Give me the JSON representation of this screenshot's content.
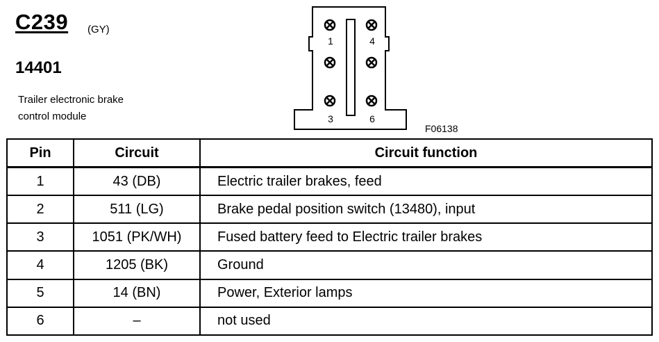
{
  "header": {
    "connector_id": "C239",
    "color_code": "(GY)",
    "part_number": "14401",
    "description_line1": "Trailer electronic brake",
    "description_line2": "control module"
  },
  "diagram": {
    "pin_labels": [
      "1",
      "4",
      "3",
      "6"
    ],
    "figure_id": "F06138"
  },
  "table": {
    "headers": [
      "Pin",
      "Circuit",
      "Circuit function"
    ],
    "rows": [
      {
        "pin": "1",
        "circuit": "43 (DB)",
        "function": "Electric trailer brakes, feed"
      },
      {
        "pin": "2",
        "circuit": "511 (LG)",
        "function": "Brake pedal position switch (13480), input"
      },
      {
        "pin": "3",
        "circuit": "1051 (PK/WH)",
        "function": "Fused battery feed to Electric trailer brakes"
      },
      {
        "pin": "4",
        "circuit": "1205 (BK)",
        "function": "Ground"
      },
      {
        "pin": "5",
        "circuit": "14 (BN)",
        "function": "Power, Exterior lamps"
      },
      {
        "pin": "6",
        "circuit": "–",
        "function": "not used"
      }
    ]
  }
}
